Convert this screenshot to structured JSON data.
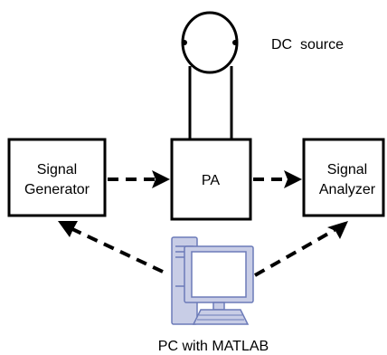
{
  "blocks": {
    "signal_generator": {
      "line1": "Signal",
      "line2": "Generator"
    },
    "pa": {
      "label": "PA"
    },
    "signal_analyzer": {
      "line1": "Signal",
      "line2": "Analyzer"
    }
  },
  "dc_source": {
    "label": "DC  source"
  },
  "pc": {
    "label": "PC with MATLAB"
  },
  "colors": {
    "stroke": "#000000",
    "pc_body": "#c8cde6",
    "pc_screen": "#ffffff",
    "pc_outline": "#6c7bb8"
  }
}
